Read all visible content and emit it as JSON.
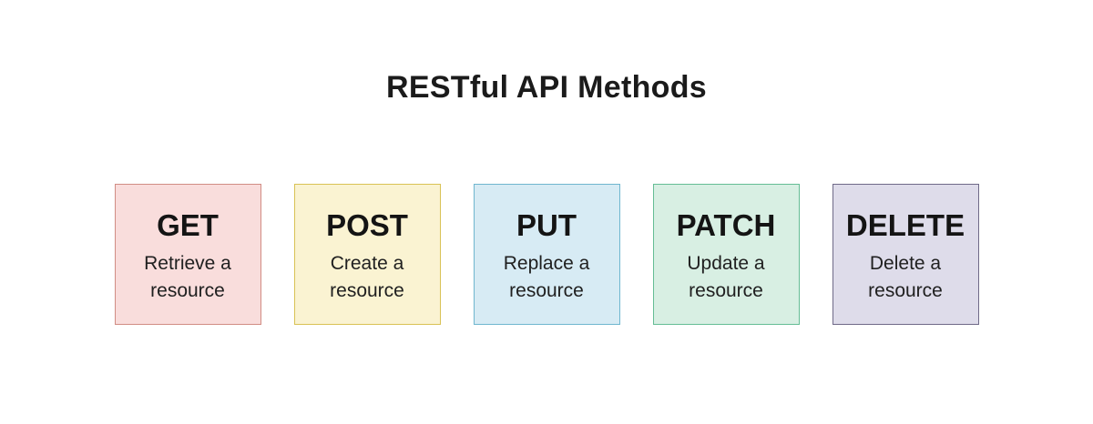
{
  "title": "RESTful API Methods",
  "cards": [
    {
      "method": "GET",
      "description": "Retrieve a resource",
      "bg_color": "#f9dddc",
      "border_color": "#d18d84"
    },
    {
      "method": "POST",
      "description": "Create a resource",
      "bg_color": "#faf3d2",
      "border_color": "#d9c255"
    },
    {
      "method": "PUT",
      "description": "Replace a resource",
      "bg_color": "#d7ebf4",
      "border_color": "#6fb6cf"
    },
    {
      "method": "PATCH",
      "description": "Update a resource",
      "bg_color": "#d8efe3",
      "border_color": "#65bd95"
    },
    {
      "method": "DELETE",
      "description": "Delete a resource",
      "bg_color": "#dedcea",
      "border_color": "#6f6a88"
    }
  ]
}
